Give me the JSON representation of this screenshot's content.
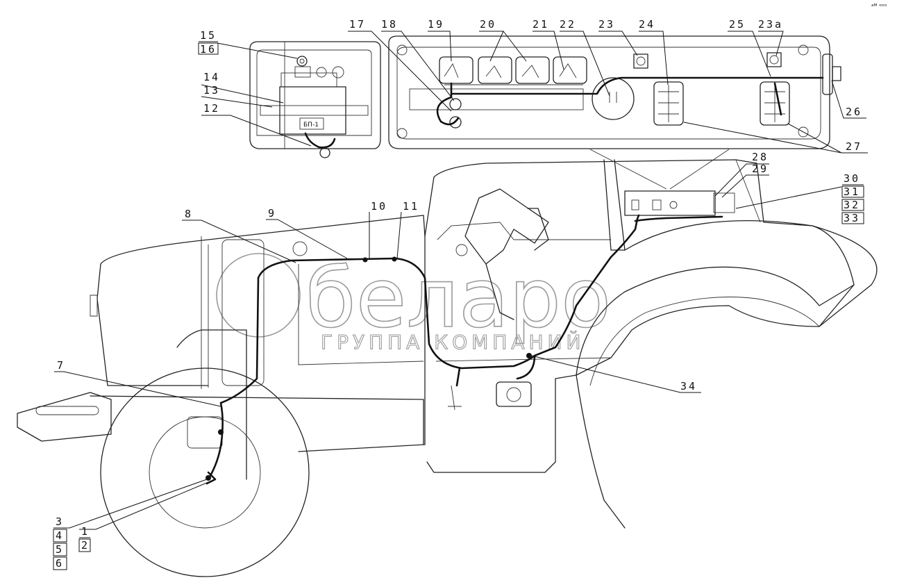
{
  "watermark": {
    "brand": "белаpо",
    "subtitle": "ГРУППА КОМПАНИЙ"
  },
  "panel_texts": {
    "block_label": "БП-1"
  },
  "corner_mark": "ᵃᴹ ᵒᵒᵒ",
  "labels": {
    "l1": "1",
    "l2": "2",
    "l3": "3",
    "l4": "4",
    "l5": "5",
    "l6": "6",
    "l7": "7",
    "l8": "8",
    "l9": "9",
    "l10": "10",
    "l11": "11",
    "l12": "12",
    "l13": "13",
    "l14": "14",
    "l15": "15",
    "l16": "16",
    "l17": "17",
    "l18": "18",
    "l19": "19",
    "l20": "20",
    "l21": "21",
    "l22": "22",
    "l23": "23",
    "l23a": "23а",
    "l24": "24",
    "l25": "25",
    "l26": "26",
    "l27": "27",
    "l28": "28",
    "l29": "29",
    "l30": "30",
    "l31": "31",
    "l32": "32",
    "l33": "33",
    "l34": "34"
  }
}
